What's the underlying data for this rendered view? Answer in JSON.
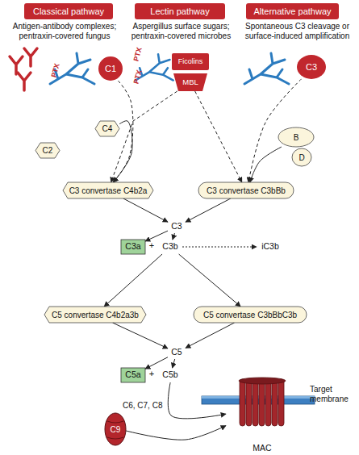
{
  "diagram": {
    "nodes": [
      {
        "text": [
          "Classical pathway"
        ]
      },
      {
        "text": [
          "Lectin pathway"
        ]
      },
      {
        "text": [
          "Alternative pathway"
        ]
      },
      {
        "text": [
          "C1"
        ]
      },
      {
        "text": [
          "Ficolins"
        ]
      },
      {
        "text": [
          "MBL"
        ]
      },
      {
        "text": [
          "C3"
        ]
      },
      {
        "text": [
          "C4"
        ]
      },
      {
        "text": [
          "C2"
        ]
      },
      {
        "text": [
          "B"
        ]
      },
      {
        "text": [
          "D"
        ]
      },
      {
        "text": [
          "C3 convertase C4b2a"
        ]
      },
      {
        "text": [
          "C3 convertase C3bBb"
        ]
      },
      {
        "text": [
          "C3"
        ]
      },
      {
        "text": [
          "C3a"
        ]
      },
      {
        "text": [
          "C3b"
        ]
      },
      {
        "text": [
          "iC3b"
        ]
      },
      {
        "text": [
          "C5 convertase C4b2a3b"
        ]
      },
      {
        "text": [
          "C5 convertase C3bBbC3b"
        ]
      },
      {
        "text": [
          "C5"
        ]
      },
      {
        "text": [
          "C5a"
        ]
      },
      {
        "text": [
          "C5b"
        ]
      },
      {
        "text": [
          "C9"
        ]
      },
      {
        "text": [
          "MAC"
        ]
      }
    ],
    "edges": [
      {
        "from": 3,
        "to": 11,
        "arrow": "to"
      },
      {
        "from": 7,
        "to": 11,
        "arrow": "to"
      },
      {
        "from": 5,
        "to": 11,
        "arrow": "to"
      },
      {
        "from": 5,
        "to": 12,
        "arrow": "to"
      },
      {
        "from": 6,
        "to": 12,
        "arrow": "to"
      },
      {
        "from": 9,
        "to": 12,
        "arrow": "to"
      },
      {
        "from": 11,
        "to": 13,
        "arrow": "to"
      },
      {
        "from": 12,
        "to": 13,
        "arrow": "to"
      },
      {
        "from": 13,
        "to": 14,
        "arrow": "to"
      },
      {
        "from": 13,
        "to": 15,
        "arrow": "to"
      },
      {
        "from": 15,
        "to": 16,
        "arrow": "to"
      },
      {
        "from": 15,
        "to": 17,
        "arrow": "to"
      },
      {
        "from": 15,
        "to": 18,
        "arrow": "to"
      },
      {
        "from": 17,
        "to": 19,
        "arrow": "to"
      },
      {
        "from": 18,
        "to": 19,
        "arrow": "to"
      },
      {
        "from": 19,
        "to": 20,
        "arrow": "to"
      },
      {
        "from": 19,
        "to": 21,
        "arrow": "to"
      },
      {
        "from": 21,
        "to": 23,
        "label": "C6, C7, C8",
        "arrow": "to"
      },
      {
        "from": 22,
        "to": 23,
        "arrow": "to"
      }
    ],
    "labels": [
      "Antigen-antibody complexes; pentraxin-covered fungus",
      "Aspergillus surface sugars; pentraxin-covered microbes",
      "Spontaneous C3 cleavage or surface-induced amplification",
      "PTX",
      "PTX",
      "PTX",
      "+",
      "+",
      "Target membrane"
    ]
  }
}
